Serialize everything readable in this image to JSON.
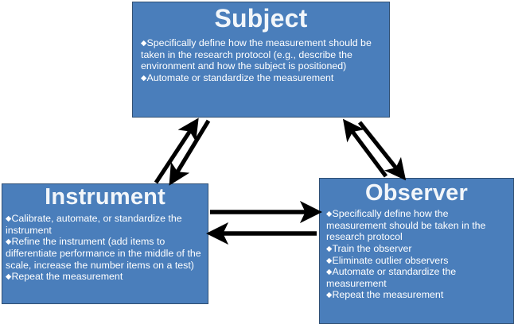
{
  "diagram": {
    "title_visible": false,
    "colors": {
      "node_fill": "#4a7ebb",
      "node_border": "#2f4f73",
      "node_text": "#ffffff",
      "arrow": "#000000",
      "background": "#ffffff"
    },
    "bullet_glyph": "◆",
    "nodes": [
      {
        "id": "subject",
        "title": "Subject",
        "bullets": [
          "Specifically define how the measurement should be taken in the research protocol (e.g., describe the environment and how the subject is positioned)",
          "Automate or standardize the measurement"
        ]
      },
      {
        "id": "instrument",
        "title": "Instrument",
        "bullets": [
          "Calibrate, automate, or standardize the instrument",
          "Refine the instrument (add items to differentiate performance in the middle of the scale, increase the number items on a test)",
          "Repeat the measurement"
        ]
      },
      {
        "id": "observer",
        "title": "Observer",
        "bullets": [
          "Specifically define how the measurement should be taken in the research protocol",
          "Train the observer",
          "Eliminate outlier observers",
          "Automate or standardize the measurement",
          "Repeat the measurement"
        ]
      }
    ],
    "connectors": [
      {
        "id": "instrument-to-subject",
        "from": "instrument",
        "to": "subject",
        "direction": "up-right"
      },
      {
        "id": "subject-to-instrument",
        "from": "subject",
        "to": "instrument",
        "direction": "down-left"
      },
      {
        "id": "observer-to-subject",
        "from": "observer",
        "to": "subject",
        "direction": "up-left"
      },
      {
        "id": "subject-to-observer",
        "from": "subject",
        "to": "observer",
        "direction": "down-right"
      },
      {
        "id": "instrument-to-observer",
        "from": "instrument",
        "to": "observer",
        "direction": "right"
      },
      {
        "id": "observer-to-instrument",
        "from": "observer",
        "to": "instrument",
        "direction": "left"
      }
    ]
  }
}
